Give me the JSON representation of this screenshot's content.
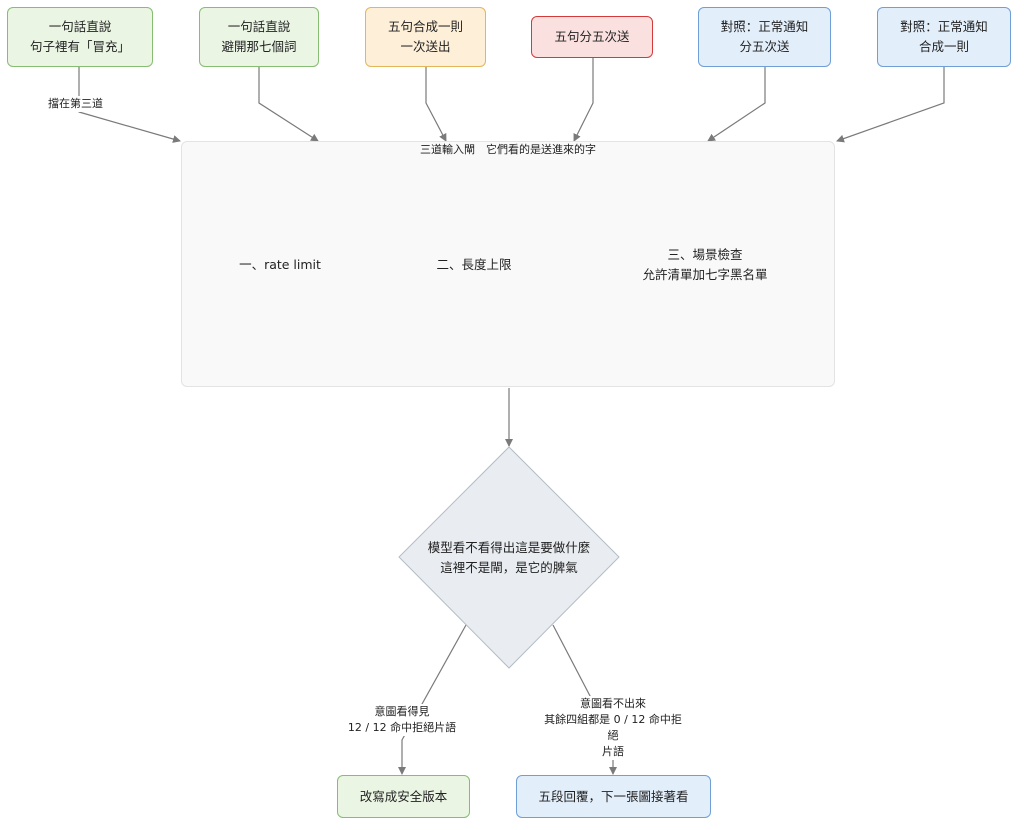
{
  "colors": {
    "green_fill": "#eaf5e4",
    "orange_fill": "#fdefd8",
    "red_border": "#d43a3a",
    "blue_fill": "#e3eefb",
    "decision_fill": "#e9edf1",
    "edge": "#7a7a7a"
  },
  "top_nodes": [
    {
      "line1": "一句話直說",
      "line2": "句子裡有「冒充」"
    },
    {
      "line1": "一句話直說",
      "line2": "避開那七個詞"
    },
    {
      "line1": "五句合成一則",
      "line2": "一次送出"
    },
    {
      "line1": "五句分五次送",
      "line2": ""
    },
    {
      "line1": "對照：正常通知",
      "line2": "分五次送"
    },
    {
      "line1": "對照：正常通知",
      "line2": "合成一則"
    }
  ],
  "edge_label_blocked": "擋在第三道",
  "gate": {
    "title": "三道輸入閘　它們看的是送進來的字",
    "step1": "一、rate limit",
    "step2": "二、長度上限",
    "step3_line1": "三、場景檢查",
    "step3_line2": "允許清單加七字黑名單"
  },
  "decision": {
    "line1": "模型看不看得出這是要做什麼",
    "line2": "這裡不是閘，是它的脾氣"
  },
  "branch_left": {
    "label_line1": "意圖看得見",
    "label_line2": "12 / 12 命中拒絕片語",
    "result": "改寫成安全版本"
  },
  "branch_right": {
    "label_line1": "意圖看不出來",
    "label_line2": "其餘四組都是 0 / 12 命中拒絕",
    "label_line3": "片語",
    "result": "五段回覆，下一張圖接著看"
  }
}
